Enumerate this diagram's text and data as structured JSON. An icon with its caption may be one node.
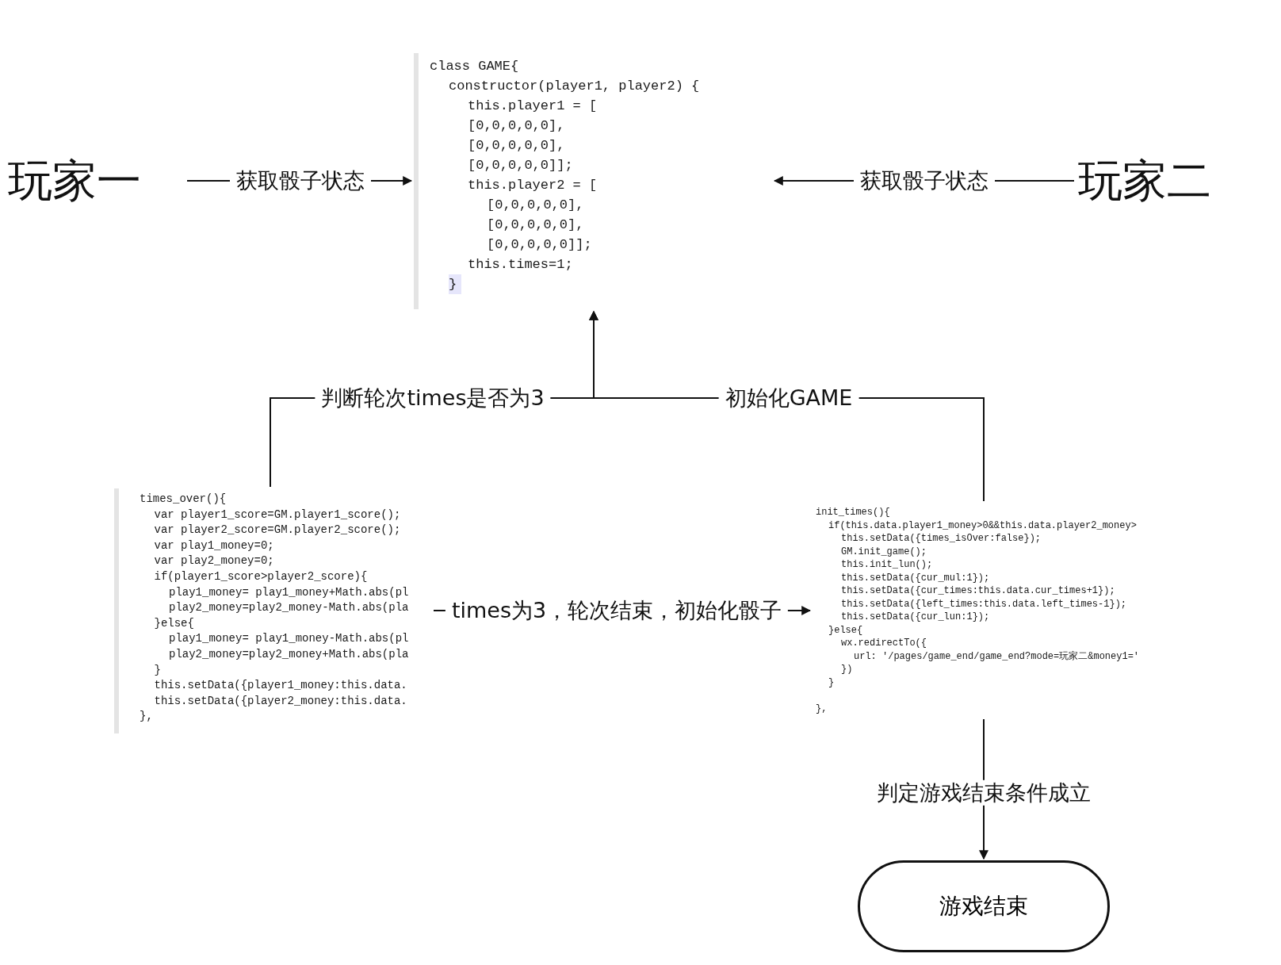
{
  "diagram": {
    "nodes": [
      {
        "text": [
          "玩家一"
        ]
      },
      {
        "text": [
          "class GAME{",
          "constructor(player1, player2) {",
          "this.player1 = [",
          "[0,0,0,0,0],",
          "[0,0,0,0,0],",
          "[0,0,0,0,0]];",
          "this.player2 = [",
          "[0,0,0,0,0],",
          "[0,0,0,0,0],",
          "[0,0,0,0,0]];",
          "this.times=1;",
          "}"
        ]
      },
      {
        "text": [
          "玩家二"
        ]
      },
      {
        "text": [
          "times_over(){",
          "var player1_score=GM.player1_score();",
          "var player2_score=GM.player2_score();",
          "var play1_money=0;",
          "var play2_money=0;",
          "if(player1_score>player2_score){",
          "play1_money= play1_money+Math.abs(pl",
          "play2_money=play2_money-Math.abs(pla",
          "}else{",
          "play1_money= play1_money-Math.abs(pl",
          "play2_money=play2_money+Math.abs(pla",
          "}",
          "this.setData({player1_money:this.data.",
          "this.setData({player2_money:this.data.",
          "},"
        ]
      },
      {
        "text": [
          "init_times(){",
          "if(this.data.player1_money>0&&this.data.player2_money>",
          "this.setData({times_isOver:false});",
          "GM.init_game();",
          "this.init_lun();",
          "this.setData({cur_mul:1});",
          "this.setData({cur_times:this.data.cur_times+1});",
          "this.setData({left_times:this.data.left_times-1});",
          "this.setData({cur_lun:1});",
          "}else{",
          "wx.redirectTo({",
          "url: '/pages/game_end/game_end?mode=玩家二&money1='",
          "})",
          "}",
          "},"
        ]
      },
      {
        "text": [
          "游戏结束"
        ]
      }
    ],
    "edges": [
      {
        "from": 0,
        "to": 1,
        "arrow": "to",
        "label": "获取骰子状态"
      },
      {
        "from": 2,
        "to": 1,
        "arrow": "to",
        "label": "获取骰子状态"
      },
      {
        "from": 3,
        "to": 1,
        "arrow": "to",
        "label": "判断轮次times是否为3"
      },
      {
        "from": 4,
        "to": 1,
        "arrow": "to",
        "label": "初始化GAME"
      },
      {
        "from": 3,
        "to": 4,
        "arrow": "to",
        "label": "times为3，轮次结束，初始化骰子"
      },
      {
        "from": 4,
        "to": 5,
        "arrow": "to",
        "label": "判定游戏结束条件成立"
      }
    ]
  }
}
